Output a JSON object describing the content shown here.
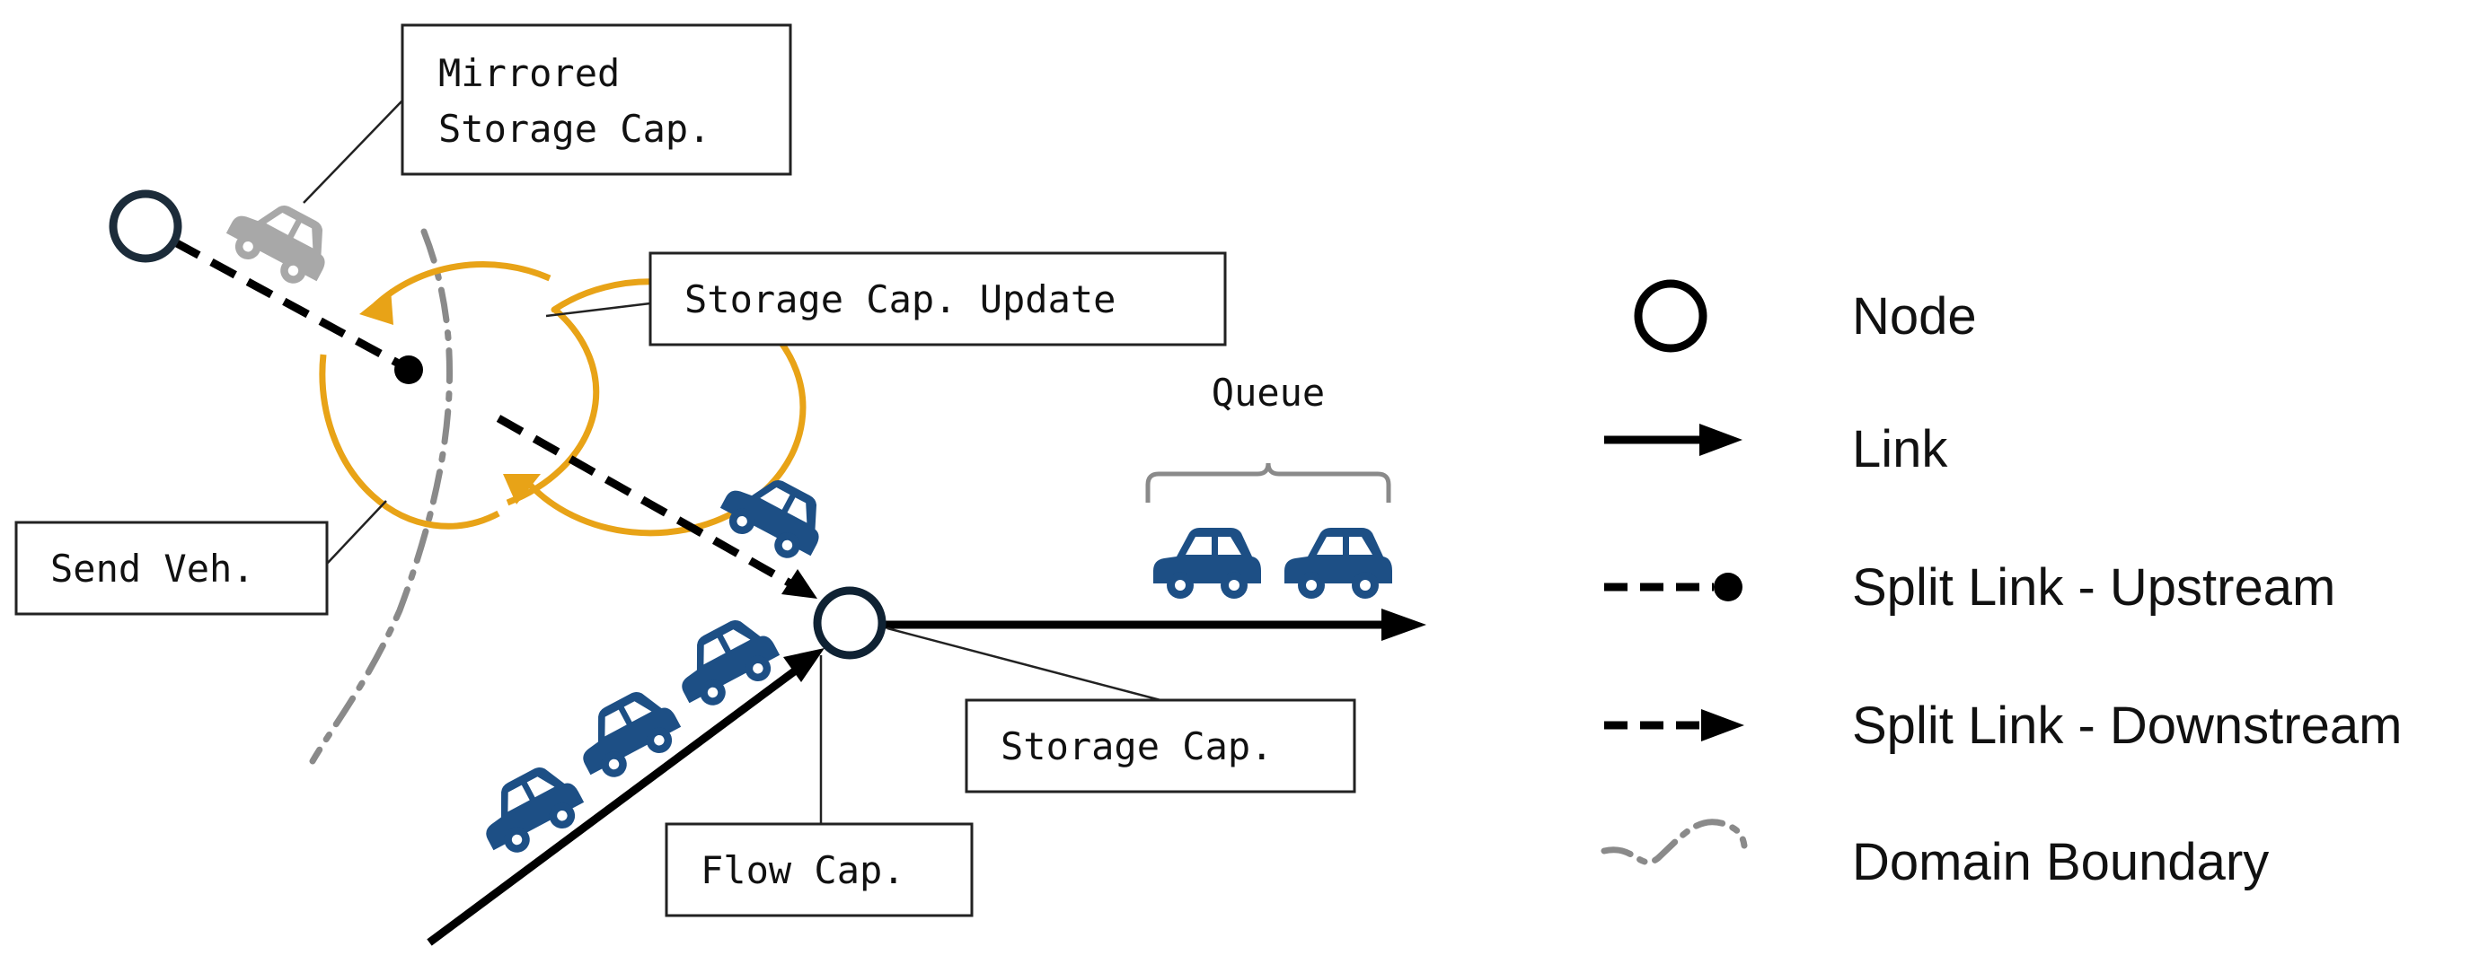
{
  "labels": {
    "mirrored_storage_cap_line1": "Mirrored",
    "mirrored_storage_cap_line2": "Storage Cap.",
    "storage_cap_update": "Storage Cap. Update",
    "send_veh": "Send Veh.",
    "queue": "Queue",
    "storage_cap": "Storage Cap.",
    "flow_cap": "Flow Cap."
  },
  "legend": {
    "node": "Node",
    "link": "Link",
    "split_link_upstream": "Split Link - Upstream",
    "split_link_downstream": "Split Link - Downstream",
    "domain_boundary": "Domain Boundary"
  },
  "colors": {
    "line": "#000000",
    "node_stroke": "#0f2233",
    "node_upper_stroke": "#1c2c3a",
    "car_blue": "#1d4f85",
    "car_gray": "#a8a8a8",
    "update_arrow": "#e8a317",
    "boundary": "#8a8a8a",
    "queue_bracket": "#8a8a8a"
  },
  "icons": {
    "car": "car-icon",
    "node": "circle-node-icon",
    "arrowhead": "arrowhead-icon",
    "end_dot": "end-dot-icon"
  }
}
